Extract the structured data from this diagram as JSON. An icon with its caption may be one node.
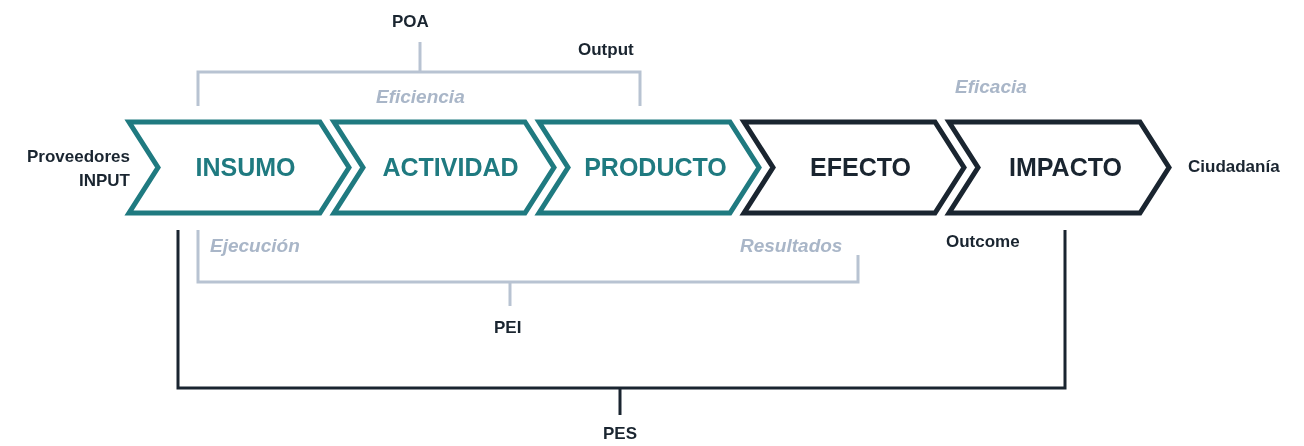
{
  "diagram": {
    "nodes": [
      {
        "text": [
          "INSUMO"
        ]
      },
      {
        "text": [
          "ACTIVIDAD"
        ]
      },
      {
        "text": [
          "PRODUCTO"
        ]
      },
      {
        "text": [
          "EFECTO"
        ]
      },
      {
        "text": [
          "IMPACTO"
        ]
      }
    ],
    "labels": [
      "POA",
      "Output",
      "Eficiencia",
      "Eficacia",
      "Proveedores INPUT",
      "Ciudadanía",
      "Ejecución",
      "Resultados",
      "Outcome",
      "PEI",
      "PES"
    ]
  }
}
